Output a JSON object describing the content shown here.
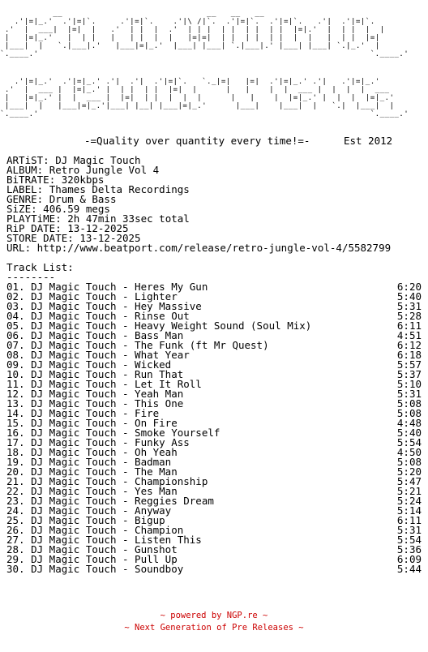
{
  "banner": {
    "art_top": "           __                              __   __   __\n   .'|=|_.'  .'|=|`.     .'|=|`.    .'|\\ /|`.  .'|=|`.  .'|=|`.   .'|  .'|=|`.\n .'  |  ___|  |=|  |   .'  | |  |  .'  | | |  | |  | |  | |  |=|.'  |  | |  |  |\n |   |=|_.'   |  | |   |   | |  |  |   |=|=|  | |  | |  | |  |  |   |  | |  |=|\n |___|  |   `.|___|.'   |___|=|_.'  |___| |___| `.|___|.' |___| |___| `.|_.'  |\n`.____.'                                                                     `.____.'",
    "art_bottom": "   .'|=|_.'  .'|=|_.' .'|  .'|  .'|=|`.   `._|=|   |=|  .'|=|_.' .'|   .'|=|_.'\n .'  |  ___ |  |=|_.' |  | |  | |  |=|  |      |   |    |  |  ___ |  |  |  |  ___\n |   |=|_.' |  |  ___ |  |=|  | |  |  |  |      |   |    |  |=|_.' |  |  |  |=|_.'\n |___|  |   |___|=|_.'|___| |__| |___|=|_.'      |___|    |___|  |   `.|  |___|  |\n`.____.'                                                                     `.____.'",
    "tagline": "-=Quality over quantity every time!=-",
    "est": "Est 2012"
  },
  "info": [
    {
      "label": "ARTiST",
      "value": "DJ Magic Touch"
    },
    {
      "label": "ALBUM",
      "value": "Retro Jungle Vol 4"
    },
    {
      "label": "BiTRATE",
      "value": "320kbps"
    },
    {
      "label": "LABEL",
      "value": "Thames Delta Recordings"
    },
    {
      "label": "GENRE",
      "value": "Drum & Bass"
    },
    {
      "label": "SiZE",
      "value": "406.59 megs"
    },
    {
      "label": "PLAYTiME",
      "value": "2h 47min 33sec total"
    },
    {
      "label": "RiP DATE",
      "value": "13-12-2025"
    },
    {
      "label": "STORE DATE",
      "value": "13-12-2025"
    },
    {
      "label": "URL",
      "value": "http://www.beatport.com/release/retro-jungle-vol-4/5582799"
    }
  ],
  "tracklist": {
    "heading": "Track List:",
    "underline": "--------",
    "tracks": [
      {
        "num": "01.",
        "artist": "DJ Magic Touch",
        "title": "Heres My Gun",
        "length": "6:20"
      },
      {
        "num": "02.",
        "artist": "DJ Magic Touch",
        "title": "Lighter",
        "length": "5:40"
      },
      {
        "num": "03.",
        "artist": "DJ Magic Touch",
        "title": "Hey Massive",
        "length": "5:31"
      },
      {
        "num": "04.",
        "artist": "DJ Magic Touch",
        "title": "Rinse Out",
        "length": "5:28"
      },
      {
        "num": "05.",
        "artist": "DJ Magic Touch",
        "title": "Heavy Weight Sound (Soul Mix)",
        "length": "6:11"
      },
      {
        "num": "06.",
        "artist": "DJ Magic Touch",
        "title": "Bass Man",
        "length": "4:51"
      },
      {
        "num": "07.",
        "artist": "DJ Magic Touch",
        "title": "The Funk (ft Mr Quest)",
        "length": "6:12"
      },
      {
        "num": "08.",
        "artist": "DJ Magic Touch",
        "title": "What Year",
        "length": "6:18"
      },
      {
        "num": "09.",
        "artist": "DJ Magic Touch",
        "title": "Wicked",
        "length": "5:57"
      },
      {
        "num": "10.",
        "artist": "DJ Magic Touch",
        "title": "Run That",
        "length": "5:37"
      },
      {
        "num": "11.",
        "artist": "DJ Magic Touch",
        "title": "Let It Roll",
        "length": "5:10"
      },
      {
        "num": "12.",
        "artist": "DJ Magic Touch",
        "title": "Yeah Man",
        "length": "5:31"
      },
      {
        "num": "13.",
        "artist": "DJ Magic Touch",
        "title": "This One",
        "length": "5:08"
      },
      {
        "num": "14.",
        "artist": "DJ Magic Touch",
        "title": "Fire",
        "length": "5:08"
      },
      {
        "num": "15.",
        "artist": "DJ Magic Touch",
        "title": "On Fire",
        "length": "4:48"
      },
      {
        "num": "16.",
        "artist": "DJ Magic Touch",
        "title": "Smoke Yourself",
        "length": "5:40"
      },
      {
        "num": "17.",
        "artist": "DJ Magic Touch",
        "title": "Funky Ass",
        "length": "5:54"
      },
      {
        "num": "18.",
        "artist": "DJ Magic Touch",
        "title": "Oh Yeah",
        "length": "4:50"
      },
      {
        "num": "19.",
        "artist": "DJ Magic Touch",
        "title": "Badman",
        "length": "5:08"
      },
      {
        "num": "20.",
        "artist": "DJ Magic Touch",
        "title": "The Man",
        "length": "5:20"
      },
      {
        "num": "21.",
        "artist": "DJ Magic Touch",
        "title": "Championship",
        "length": "5:47"
      },
      {
        "num": "22.",
        "artist": "DJ Magic Touch",
        "title": "Yes Man",
        "length": "5:21"
      },
      {
        "num": "23.",
        "artist": "DJ Magic Touch",
        "title": "Reggies Dream",
        "length": "5:24"
      },
      {
        "num": "24.",
        "artist": "DJ Magic Touch",
        "title": "Anyway",
        "length": "5:14"
      },
      {
        "num": "25.",
        "artist": "DJ Magic Touch",
        "title": "Bigup",
        "length": "6:11"
      },
      {
        "num": "26.",
        "artist": "DJ Magic Touch",
        "title": "Champion",
        "length": "5:31"
      },
      {
        "num": "27.",
        "artist": "DJ Magic Touch",
        "title": "Listen This",
        "length": "5:54"
      },
      {
        "num": "28.",
        "artist": "DJ Magic Touch",
        "title": "Gunshot",
        "length": "5:36"
      },
      {
        "num": "29.",
        "artist": "DJ Magic Touch",
        "title": "Pull Up",
        "length": "6:09"
      },
      {
        "num": "30.",
        "artist": "DJ Magic Touch",
        "title": "Soundboy",
        "length": "5:44"
      }
    ]
  },
  "footer": {
    "line1": "~ powered by NGP.re ~",
    "line2": "~ Next Generation of Pre Releases ~",
    "color": "#cc0000"
  }
}
